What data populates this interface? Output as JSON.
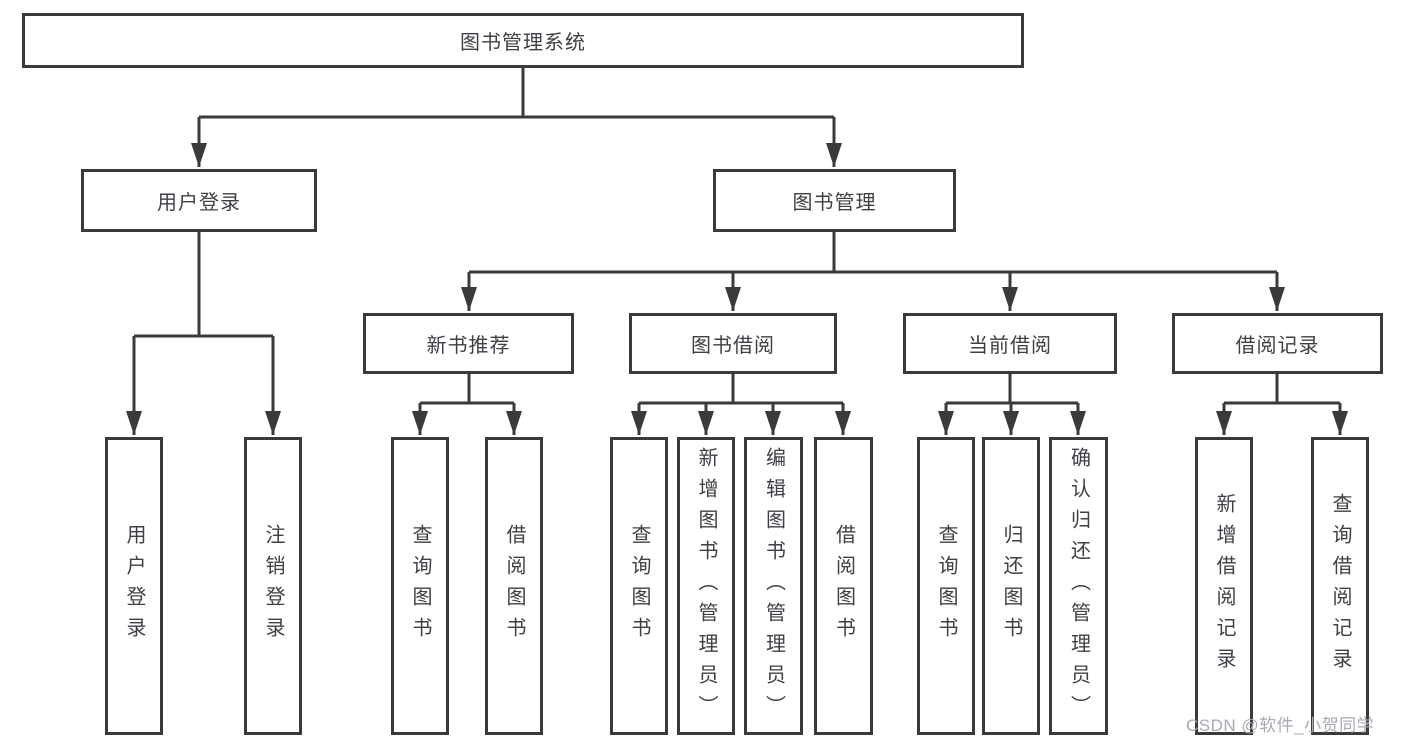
{
  "diagram": {
    "root": {
      "label": "图书管理系统"
    },
    "level2": [
      {
        "label": "用户登录"
      },
      {
        "label": "图书管理"
      }
    ],
    "level3": [
      {
        "label": "新书推荐"
      },
      {
        "label": "图书借阅"
      },
      {
        "label": "当前借阅"
      },
      {
        "label": "借阅记录"
      }
    ],
    "leaves": [
      {
        "label": "用户登录"
      },
      {
        "label": "注销登录"
      },
      {
        "label": "查询图书"
      },
      {
        "label": "借阅图书"
      },
      {
        "label": "查询图书"
      },
      {
        "label": "新增图书（管理员）"
      },
      {
        "label": "编辑图书（管理员）"
      },
      {
        "label": "借阅图书"
      },
      {
        "label": "查询图书"
      },
      {
        "label": "归还图书"
      },
      {
        "label": "确认归还（管理员）"
      },
      {
        "label": "新增借阅记录"
      },
      {
        "label": "查询借阅记录"
      }
    ]
  },
  "watermark": {
    "text": "CSDN @软件_小贺同学"
  },
  "colors": {
    "line": "#3a3a3a",
    "text": "#3f3f45",
    "watermark": "#a9a9b2",
    "background": "#ffffff"
  }
}
